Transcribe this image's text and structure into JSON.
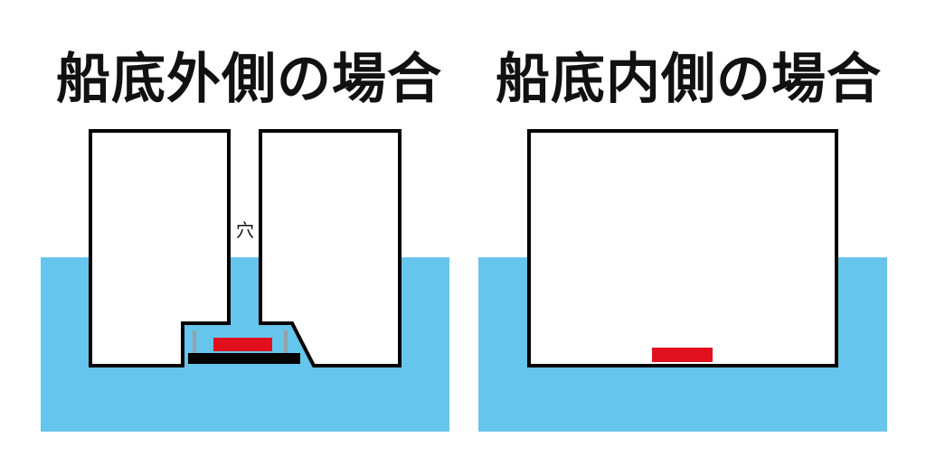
{
  "left_panel": {
    "title": "船底外側の場合",
    "hole_label": "穴"
  },
  "right_panel": {
    "title": "船底内側の場合"
  },
  "colors": {
    "water": "#66c5ec",
    "hull_fill": "#ffffff",
    "outline": "#000000",
    "red_block": "#e0101e",
    "gray_bar": "#9aa0a8"
  }
}
